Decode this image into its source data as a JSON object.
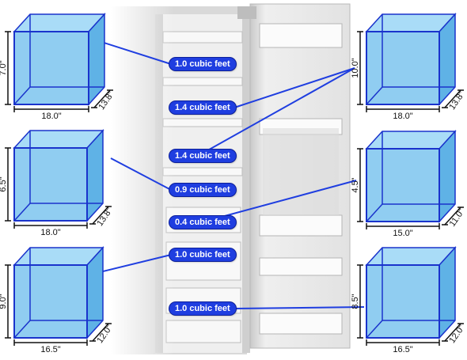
{
  "colors": {
    "accent": "#1f3ee0",
    "cube_fill": "#7cc4ee",
    "cube_edge": "#1a33cc"
  },
  "cubes": [
    {
      "height": "7.0\"",
      "depth": "13.8\"",
      "width": "18.0\""
    },
    {
      "height": "6.5\"",
      "depth": "13.8\"",
      "width": "18.0\""
    },
    {
      "height": "9.0\"",
      "depth": "12.0\"",
      "width": "16.5\""
    },
    {
      "height": "10.0\"",
      "depth": "13.8\"",
      "width": "18.0\""
    },
    {
      "height": "4.5\"",
      "depth": "11.0\"",
      "width": "15.0\""
    },
    {
      "height": "8.5\"",
      "depth": "12.0\"",
      "width": "16.5\""
    }
  ],
  "labels": [
    "1.0 cubic feet",
    "1.4 cubic feet",
    "1.4 cubic feet",
    "0.9 cubic feet",
    "0.4 cubic feet",
    "1.0 cubic feet",
    "1.0 cubic feet"
  ]
}
